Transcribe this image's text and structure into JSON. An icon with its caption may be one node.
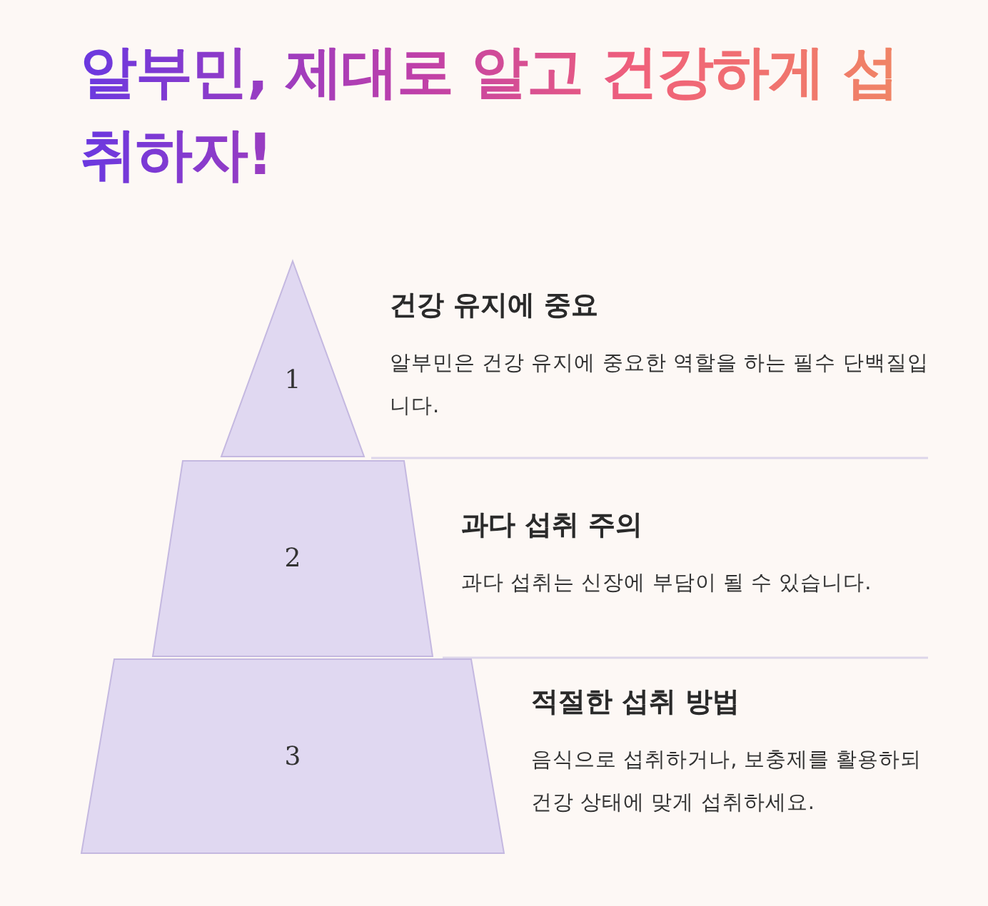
{
  "diagram": {
    "title": "알부민, 제대로 알고 건강하게 섭취하자!",
    "nodes": [
      {
        "text": [
          "1"
        ],
        "beside": [
          "건강 유지에 중요",
          "알부민은 건강 유지에 중요한 역할을 하는 필수 단백질입니다."
        ]
      },
      {
        "text": [
          "2"
        ],
        "beside": [
          "과다 섭취 주의",
          "과다 섭취는 신장에 부담이 될 수 있습니다."
        ]
      },
      {
        "text": [
          "3"
        ],
        "beside": [
          "적절한 섭취 방법",
          "음식으로 섭취하거나, 보충제를 활용하되 건강 상태에 맞게 섭취하세요."
        ]
      }
    ]
  }
}
